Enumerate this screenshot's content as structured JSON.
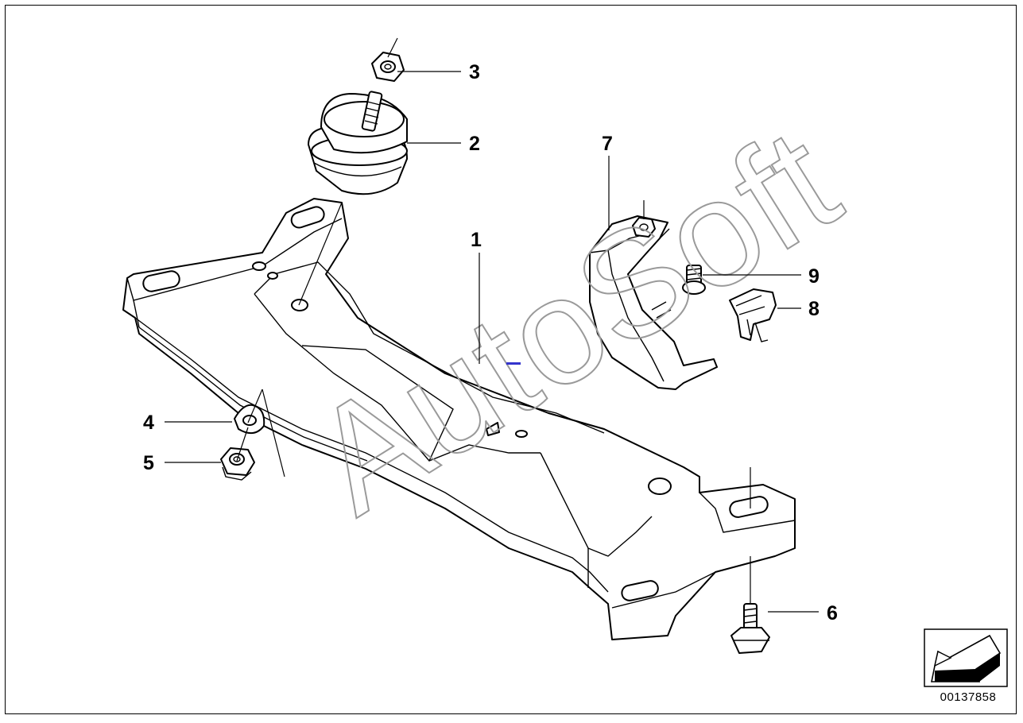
{
  "labels": {
    "p1": "1",
    "p2": "2",
    "p3": "3",
    "p4": "4",
    "p5": "5",
    "p6": "6",
    "p7": "7",
    "p8": "8",
    "p9": "9"
  },
  "watermark": "AutoSoft",
  "doc_number": "00137858",
  "icons": {
    "nav": "back-arrow-icon"
  },
  "colors": {
    "line": "#000000",
    "background": "#ffffff",
    "watermark_stroke": "#9a9a9a",
    "center_mark": "#3333cc"
  }
}
